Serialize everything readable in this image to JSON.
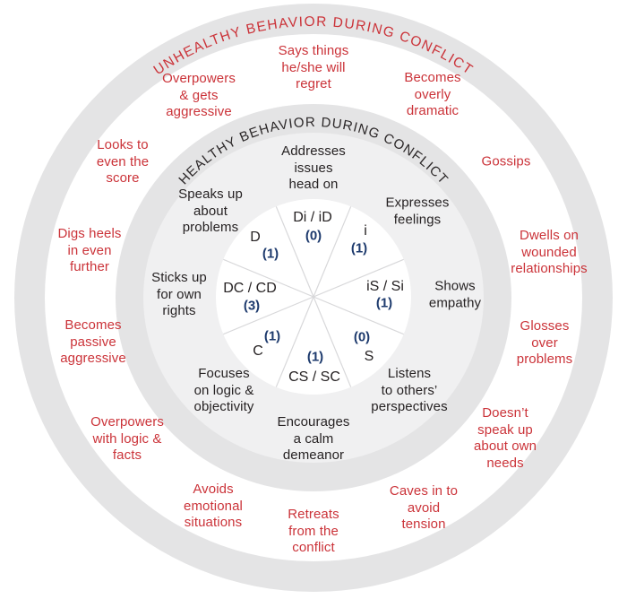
{
  "titles": {
    "unhealthy": "UNHEALTHY BEHAVIOR DURING CONFLICT",
    "healthy": "HEALTHY BEHAVIOR DURING CONFLICT"
  },
  "unhealthy": {
    "says_things": "Says things\nhe/she will\nregret",
    "becomes_dramatic": "Becomes\noverly\ndramatic",
    "gossips": "Gossips",
    "dwells": "Dwells on\nwounded\nrelationships",
    "glosses": "Glosses\nover\nproblems",
    "doesnt_speak": "Doesn’t\nspeak up\nabout own\nneeds",
    "caves_in": "Caves in to\navoid\ntension",
    "retreats": "Retreats\nfrom the\nconflict",
    "avoids": "Avoids\nemotional\nsituations",
    "overpowers_logic": "Overpowers\nwith logic &\nfacts",
    "passive_aggressive": "Becomes\npassive\naggressive",
    "digs_heels": "Digs heels\nin even\nfurther",
    "looks_to_even": "Looks to\neven the\nscore",
    "overpowers_aggressive": "Overpowers\n& gets\naggressive"
  },
  "healthy": {
    "addresses": "Addresses\nissues\nhead on",
    "expresses": "Expresses\nfeelings",
    "shows_empathy": "Shows\nempathy",
    "listens": "Listens\nto others’\nperspectives",
    "encourages": "Encourages\na calm\ndemeanor",
    "focuses": "Focuses\non logic &\nobjectivity",
    "sticks_up": "Sticks up\nfor own\nrights",
    "speaks_up": "Speaks up\nabout\nproblems"
  },
  "wedges": [
    {
      "style": "Di / iD",
      "count": "(0)"
    },
    {
      "style": "i",
      "count": "(1)"
    },
    {
      "style": "iS / Si",
      "count": "(1)"
    },
    {
      "style": "S",
      "count": "(0)"
    },
    {
      "style": "CS / SC",
      "count": "(1)"
    },
    {
      "style": "C",
      "count": "(1)"
    },
    {
      "style": "DC / CD",
      "count": "(3)"
    },
    {
      "style": "D",
      "count": "(1)"
    }
  ],
  "colors": {
    "accent_red": "#cb3339",
    "count_navy": "#1d3a6d",
    "ring_gray": "#e4e4e5",
    "healthy_fill_gray": "#f0f0f1",
    "text_dark": "#262223",
    "wedge_divider": "#d8d8da"
  }
}
